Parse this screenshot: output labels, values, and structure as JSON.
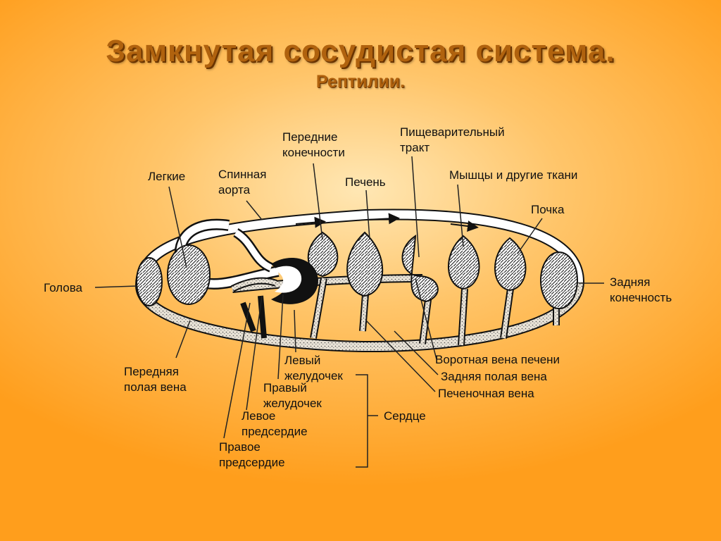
{
  "slide": {
    "title": "Замкнутая сосудистая система.",
    "subtitle": "Рептилии."
  },
  "labels": {
    "head": "Голова",
    "lungs": "Легкие",
    "dorsal_aorta_1": "Спинная",
    "dorsal_aorta_2": "аорта",
    "forelimbs_1": "Передние",
    "forelimbs_2": "конечности",
    "digestive_1": "Пищеварительный",
    "digestive_2": "тракт",
    "liver": "Печень",
    "muscles": "Мышцы и другие ткани",
    "kidney": "Почка",
    "hindlimb_1": "Задняя",
    "hindlimb_2": "конечность",
    "ant_vena_cava_1": "Передняя",
    "ant_vena_cava_2": "полая вена",
    "left_ventricle_1": "Левый",
    "left_ventricle_2": "желудочек",
    "right_ventricle_1": "Правый",
    "right_ventricle_2": "желудочек",
    "left_atrium_1": "Левое",
    "left_atrium_2": "предсердие",
    "right_atrium_1": "Правое",
    "right_atrium_2": "предсердие",
    "hepatic_portal": "Воротная вена печени",
    "post_vena_cava": "Задняя полая вена",
    "hepatic_vein": "Печеночная вена",
    "heart": "Сердце"
  }
}
